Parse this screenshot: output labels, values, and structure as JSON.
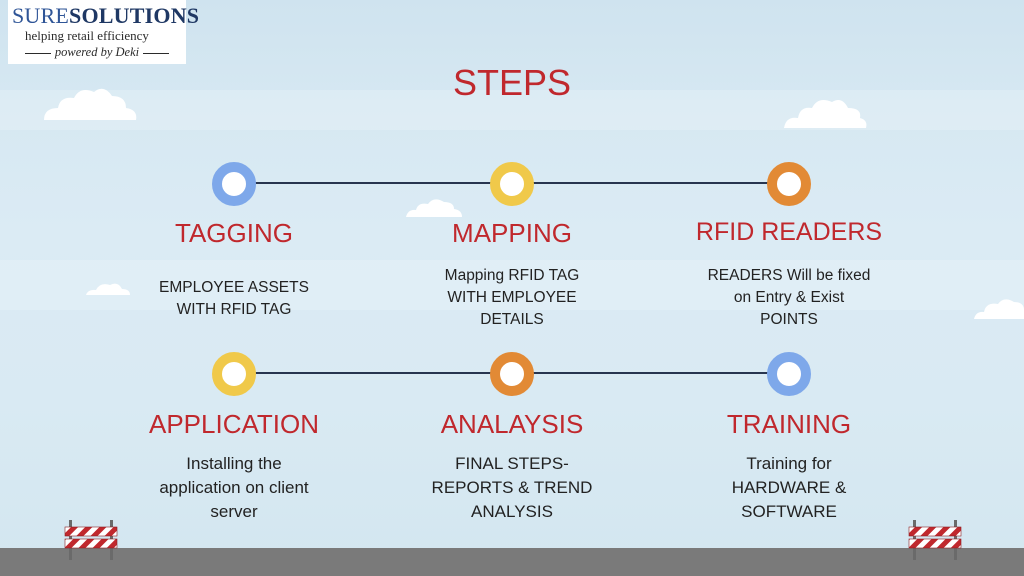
{
  "logo": {
    "brand_part1": "SURE",
    "brand_part2": "SOLUTIONS",
    "tagline": "helping retail efficiency",
    "powered_by": "powered by Deki"
  },
  "title": "STEPS",
  "colors": {
    "accent_red": "#c0282d",
    "node_blue": "#7ea8ea",
    "node_yellow": "#f0c94a",
    "node_orange": "#e28a35",
    "line": "#27354f"
  },
  "steps_row1": [
    {
      "heading": "TAGGING",
      "node_color": "blue",
      "desc": [
        "EMPLOYEE ASSETS",
        "WITH RFID TAG"
      ]
    },
    {
      "heading": "MAPPING",
      "node_color": "yellow",
      "desc": [
        "Mapping RFID TAG",
        "WITH EMPLOYEE",
        "DETAILS"
      ]
    },
    {
      "heading": "RFID READERS",
      "node_color": "orange",
      "desc": [
        "READERS Will be fixed",
        "on Entry & Exist",
        "POINTS"
      ]
    }
  ],
  "steps_row2": [
    {
      "heading": "APPLICATION",
      "node_color": "yellow",
      "desc": [
        "Installing the",
        "application on client",
        "server"
      ]
    },
    {
      "heading": "ANALAYSIS",
      "node_color": "orange",
      "desc": [
        "FINAL STEPS-",
        "REPORTS & TREND",
        "ANALYSIS"
      ]
    },
    {
      "heading": "TRAINING",
      "node_color": "blue",
      "desc": [
        "Training for",
        "HARDWARE &",
        "SOFTWARE"
      ]
    }
  ]
}
